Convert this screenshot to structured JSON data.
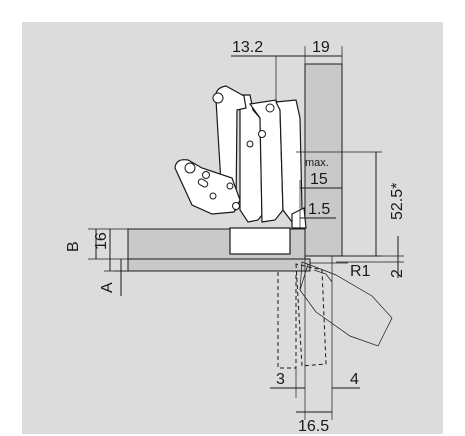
{
  "colors": {
    "background": "#dcdcdc",
    "panel": "#c9c9c9",
    "line": "#1a1a1a",
    "part": "#ffffff"
  },
  "dimensions": {
    "d_13_2": "13.2",
    "d_19": "19",
    "max_label": "max.",
    "d_15": "15",
    "d_52_5": "52.5*",
    "d_1_5": "1.5",
    "d_16": "16",
    "label_b": "B",
    "label_a": "A",
    "r1": "R1",
    "d_2": "2",
    "d_3": "3",
    "d_4": "4",
    "d_16_5": "16.5"
  }
}
